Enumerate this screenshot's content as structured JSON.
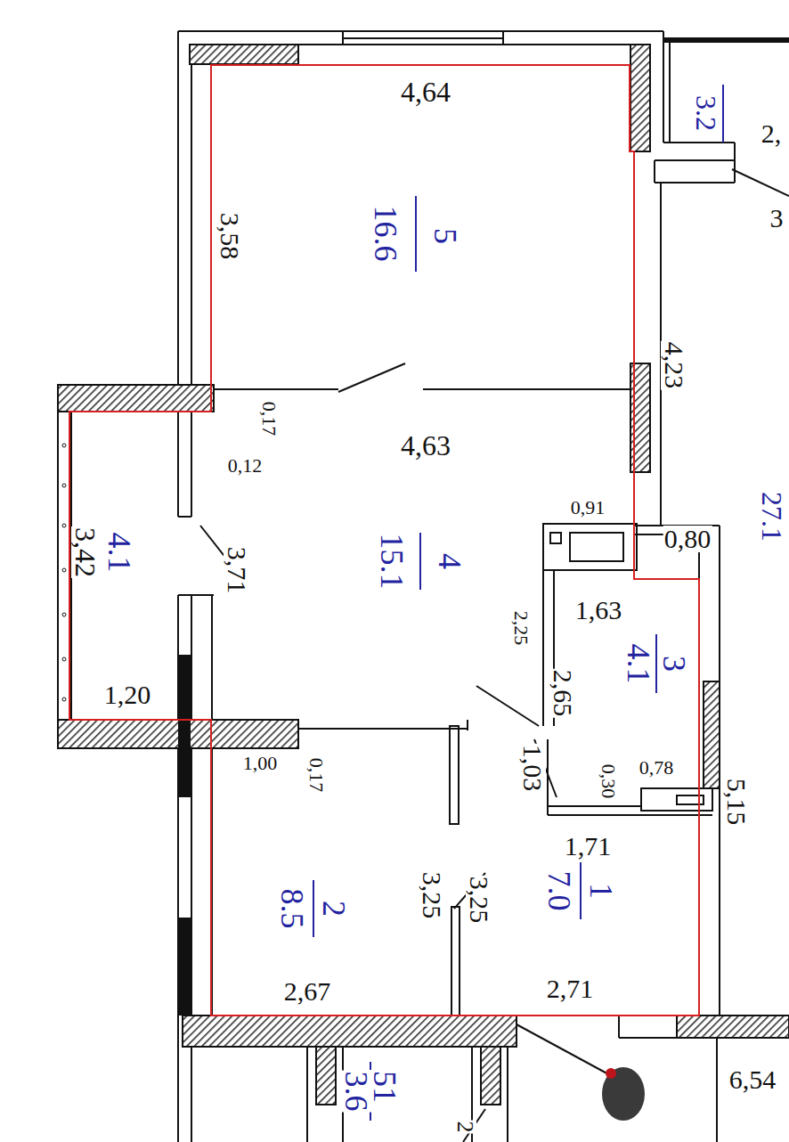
{
  "diagram": {
    "labels": [
      "4,64",
      "3.2",
      "2,",
      "3",
      "3,58",
      "5",
      "16.6",
      "4,23",
      "0,17",
      "0,12",
      "4,63",
      "0,91",
      "0,80",
      "27.1",
      "3,42",
      "4.1",
      "3,71",
      "4",
      "15.1",
      "2,25",
      "1,63",
      "3",
      "4.1",
      "2,65",
      "1,20",
      "1,00",
      "0,17",
      "1,03",
      "0,30",
      "0,78",
      "5,15",
      "1,71",
      "3,25",
      "3,25",
      "2",
      "8.5",
      "1",
      "7.0",
      "2,67",
      "2,71",
      "51",
      "3.6",
      "6,54",
      "2"
    ]
  }
}
